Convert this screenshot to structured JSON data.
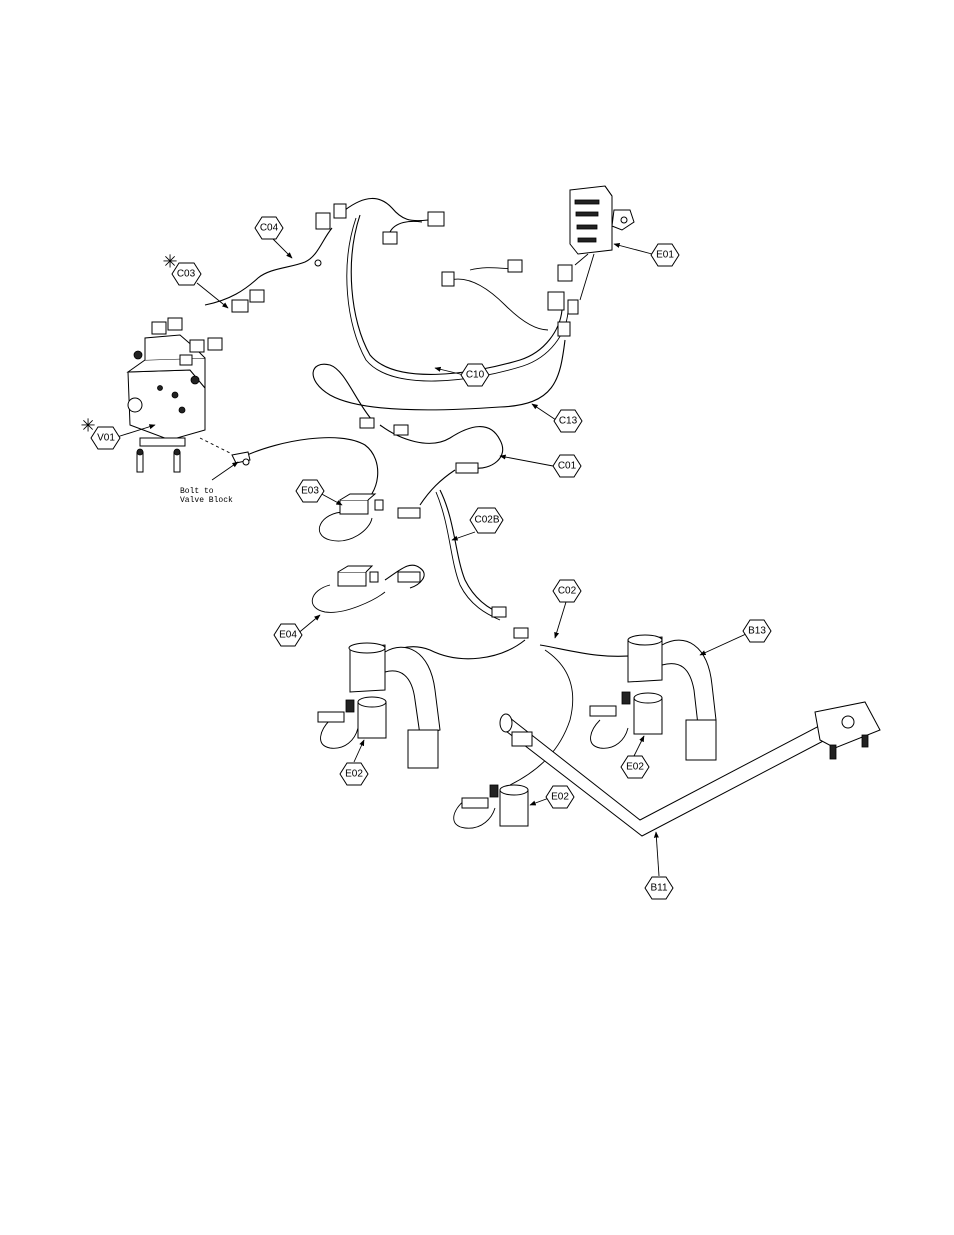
{
  "callouts": {
    "c04": "C04",
    "c03": "C03",
    "v01": "V01",
    "e01": "E01",
    "c10": "C10",
    "c13": "C13",
    "c01": "C01",
    "e03": "E03",
    "c02b": "C02B",
    "c02": "C02",
    "e04": "E04",
    "b13": "B13",
    "e02_left": "E02",
    "e02_right": "E02",
    "e02_center": "E02",
    "b11": "B11"
  },
  "notes": {
    "bolt_line1": "Bolt to",
    "bolt_line2": "Valve Block"
  },
  "markers": {
    "asterisk": "✳"
  }
}
